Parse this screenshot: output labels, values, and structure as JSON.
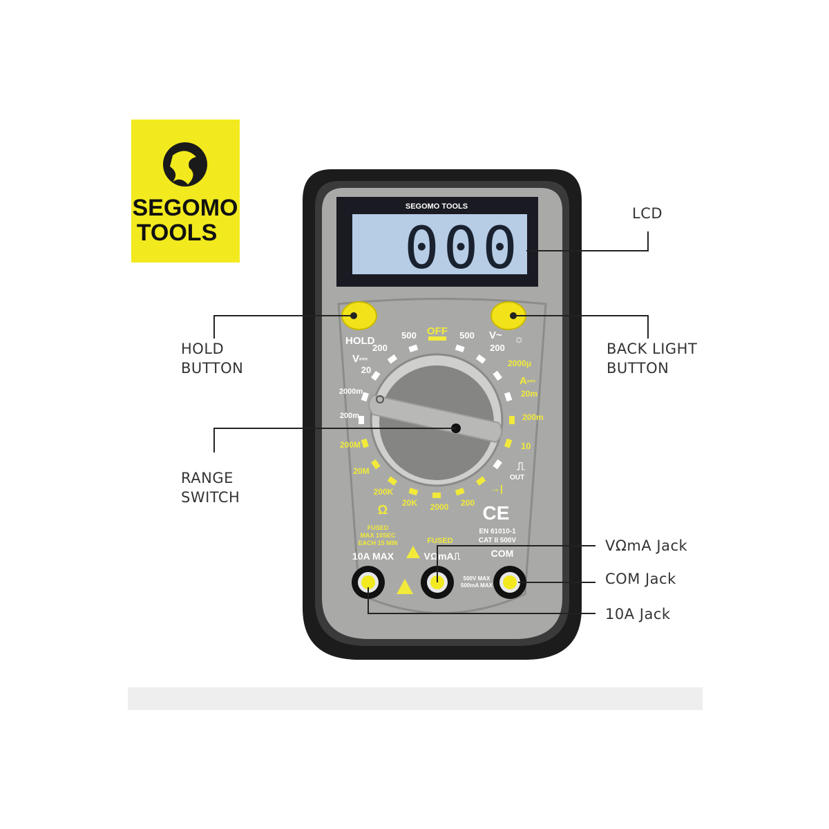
{
  "brand": {
    "line1": "SEGOMO",
    "line2": "TOOLS",
    "meter_brand": "SEGOMO TOOLS",
    "accent": "#f2ea1e"
  },
  "lcd": {
    "reading": "000",
    "background": "#b7cde6"
  },
  "callouts": {
    "lcd": "LCD",
    "hold": [
      "HOLD",
      "BUTTON"
    ],
    "backlight": [
      "BACK LIGHT",
      "BUTTON"
    ],
    "range": [
      "RANGE",
      "SWITCH"
    ],
    "vomA": "VΩmA Jack",
    "com": "COM Jack",
    "tenA": "10A Jack"
  },
  "panel": {
    "hold": "HOLD",
    "off": "OFF",
    "vdc": "V⎓",
    "vac": "V~",
    "dcv": [
      "500",
      "200",
      "20",
      "2000m",
      "200m"
    ],
    "acv": [
      "500",
      "200"
    ],
    "amps": [
      "2000μ",
      "A⎓",
      "20m",
      "200m",
      "10"
    ],
    "sq_out": "OUT",
    "ohms": [
      "200M",
      "20M",
      "200K",
      "20K",
      "2000",
      "200"
    ],
    "ohm_symbol": "Ω",
    "fused_10a": [
      "FUSED",
      "MAX 10SEC",
      "EACH 15 MIN"
    ],
    "fused": "FUSED",
    "standard": [
      "EN 61010-1",
      "CAT II 500V"
    ],
    "ce": "CE",
    "jack_10a": "10A MAX",
    "jack_vomA": "VΩmA⎍",
    "jack_com": "COM",
    "limit": [
      "500V MAX",
      "500mA MAX"
    ]
  }
}
